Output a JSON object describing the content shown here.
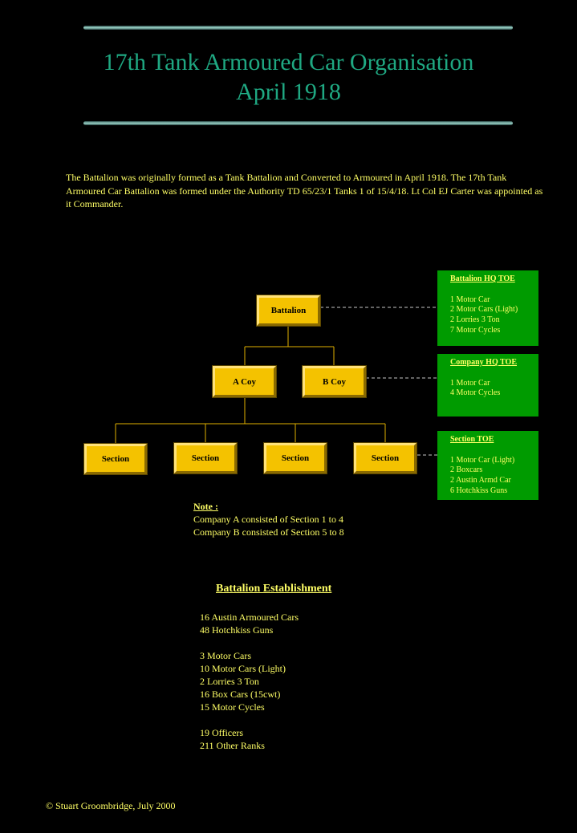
{
  "title": {
    "line1": "17th Tank Armoured Car Organisation",
    "line2": "April 1918"
  },
  "intro": "The Battalion was originally formed as a Tank Battalion and Converted to Armoured in April 1918. The 17th Tank Armoured Car Battalion was formed under the Authority TD 65/23/1 Tanks 1 of 15/4/18. Lt Col EJ Carter was appointed as it Commander.",
  "org": {
    "battalion": "Battalion",
    "companies": [
      "A Coy",
      "B Coy"
    ],
    "sections": [
      "Section",
      "Section",
      "Section",
      "Section"
    ]
  },
  "toe": {
    "battalion_hq": {
      "heading": "Battalion HQ TOE",
      "lines": [
        "1  Motor Car",
        "2  Motor Cars (Light)",
        "2  Lorries 3 Ton",
        "7  Motor Cycles"
      ]
    },
    "company_hq": {
      "heading": "Company HQ TOE",
      "lines": [
        "1  Motor Car",
        "4  Motor Cycles"
      ]
    },
    "section": {
      "heading": "Section  TOE",
      "lines": [
        "1 Motor Car (Light)",
        "2 Boxcars",
        "2 Austin Armd Car",
        "6 Hotchkiss Guns"
      ]
    }
  },
  "note": {
    "label": "Note :",
    "lines": [
      "Company A consisted of Section 1 to 4",
      "Company B consisted of Section 5 to 8"
    ]
  },
  "establishment": {
    "title": "Battalion Establishment",
    "groups": [
      [
        "16 Austin Armoured Cars",
        "48 Hotchkiss Guns"
      ],
      [
        "3 Motor Cars",
        "10 Motor Cars (Light)",
        "2 Lorries 3 Ton",
        "16 Box Cars (15cwt)",
        "15 Motor Cycles"
      ],
      [
        "19 Officers",
        "211 Other Ranks"
      ]
    ]
  },
  "footer": "© Stuart Groombridge, July 2000"
}
